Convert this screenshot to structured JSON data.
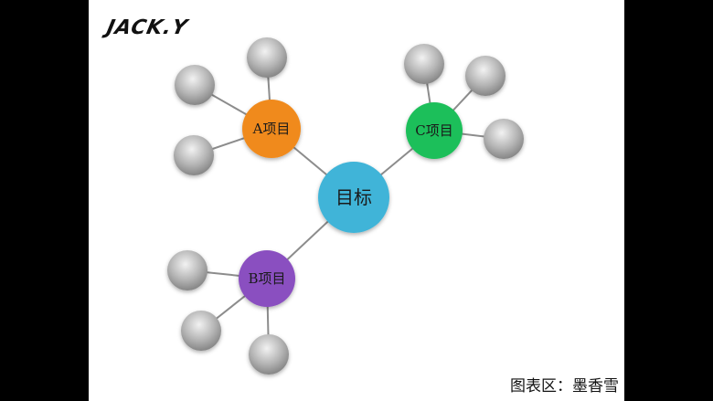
{
  "logo_text": "JACK.Y",
  "credit_text": "图表区：墨香雪",
  "center": {
    "label": "目标",
    "color": "#3fb4d8"
  },
  "branches": [
    {
      "id": "A",
      "label": "A项目",
      "color": "#f08a1c",
      "leaves": 3
    },
    {
      "id": "B",
      "label": "B项目",
      "color": "#8a4fc0",
      "leaves": 3
    },
    {
      "id": "C",
      "label": "C项目",
      "color": "#1fbf5a",
      "leaves": 3
    }
  ],
  "colors": {
    "leaf": "#a6a6a6",
    "connector": "#8c8c8c",
    "background": "#ffffff",
    "border": "#000000"
  }
}
